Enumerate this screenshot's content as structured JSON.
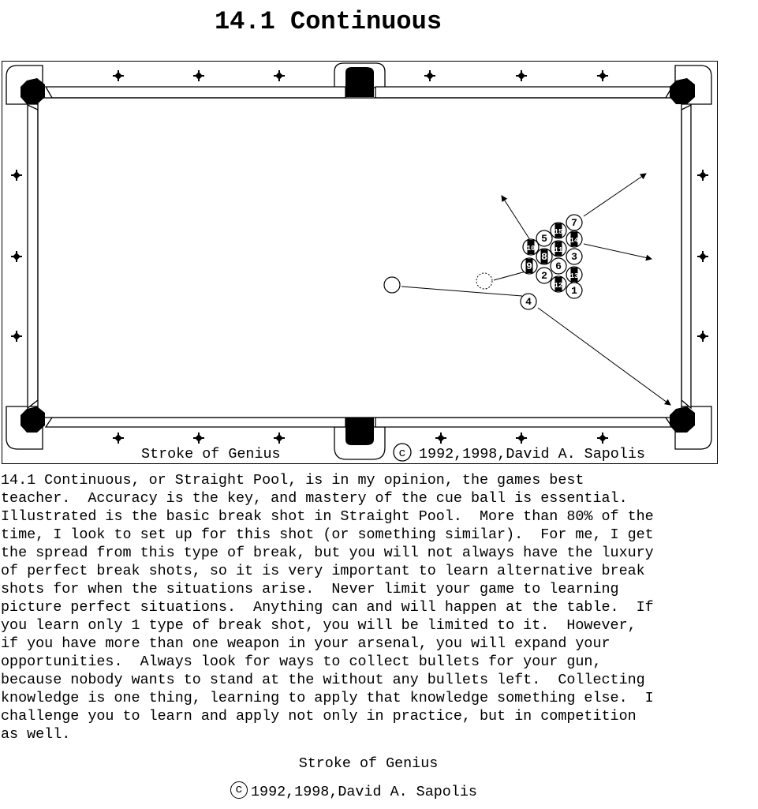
{
  "title": "14.1 Continuous",
  "diagram": {
    "caption_left": "Stroke of Genius",
    "caption_copyright_symbol": "c",
    "caption_right": "1992,1998,David A. Sapolis",
    "balls": [
      {
        "label": "7",
        "solid": false
      },
      {
        "label": "15",
        "solid": true
      },
      {
        "label": "14",
        "solid": true
      },
      {
        "label": "5",
        "solid": false
      },
      {
        "label": "11",
        "solid": true
      },
      {
        "label": "3",
        "solid": false
      },
      {
        "label": "10",
        "solid": true
      },
      {
        "label": "8",
        "solid": true
      },
      {
        "label": "6",
        "solid": false
      },
      {
        "label": "13",
        "solid": true
      },
      {
        "label": "9",
        "solid": true
      },
      {
        "label": "2",
        "solid": false
      },
      {
        "label": "12",
        "solid": true
      },
      {
        "label": "1",
        "solid": false
      },
      {
        "label": "4",
        "solid": false
      }
    ]
  },
  "body_lines": [
    "14.1 Continuous, or Straight Pool, is in my opinion, the games best",
    "teacher.  Accuracy is the key, and mastery of the cue ball is essential.",
    "Illustrated is the basic break shot in Straight Pool.  More than 80% of the",
    "time, I look to set up for this shot (or something similar).  For me, I get",
    "the spread from this type of break, but you will not always have the luxury",
    "of perfect break shots, so it is very important to learn alternative break",
    "shots for when the situations arise.  Never limit your game to learning",
    "picture perfect situations.  Anything can and will happen at the table.  If",
    "you learn only 1 type of break shot, you will be limited to it.  However,",
    "if you have more than one weapon in your arsenal, you will expand your",
    "opportunities.  Always look for ways to collect bullets for your gun,",
    "because nobody wants to stand at the without any bullets left.  Collecting",
    "knowledge is one thing, learning to apply that knowledge something else.  I",
    "challenge you to learn and apply not only in practice, but in competition",
    "as well."
  ],
  "footer": {
    "signature": "Stroke of Genius",
    "copyright_symbol": "c",
    "copyright_text": "1992,1998,David A. Sapolis"
  }
}
